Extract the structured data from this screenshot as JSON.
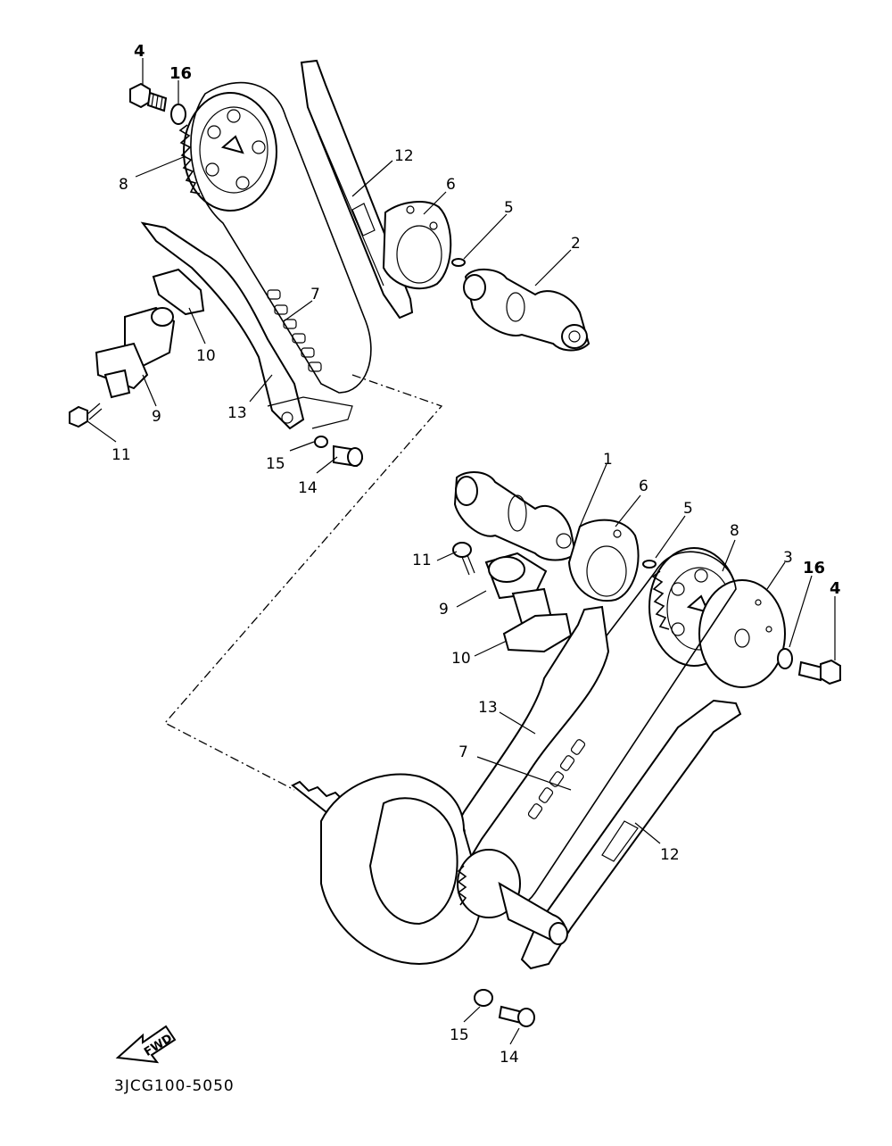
{
  "diagram": {
    "code": "3JCG100-5050",
    "fwd_label": "FWD",
    "callouts": {
      "upper": {
        "p4": "4",
        "p16": "16",
        "p8": "8",
        "p12": "12",
        "p6": "6",
        "p5": "5",
        "p2": "2",
        "p7": "7",
        "p10": "10",
        "p9": "9",
        "p13": "13",
        "p11": "11",
        "p15": "15",
        "p14": "14"
      },
      "lower": {
        "p1": "1",
        "p6": "6",
        "p5": "5",
        "p8": "8",
        "p3": "3",
        "p16": "16",
        "p4": "4",
        "p11": "11",
        "p9": "9",
        "p10": "10",
        "p13": "13",
        "p7": "7",
        "p12": "12",
        "p15": "15",
        "p14": "14"
      }
    }
  }
}
